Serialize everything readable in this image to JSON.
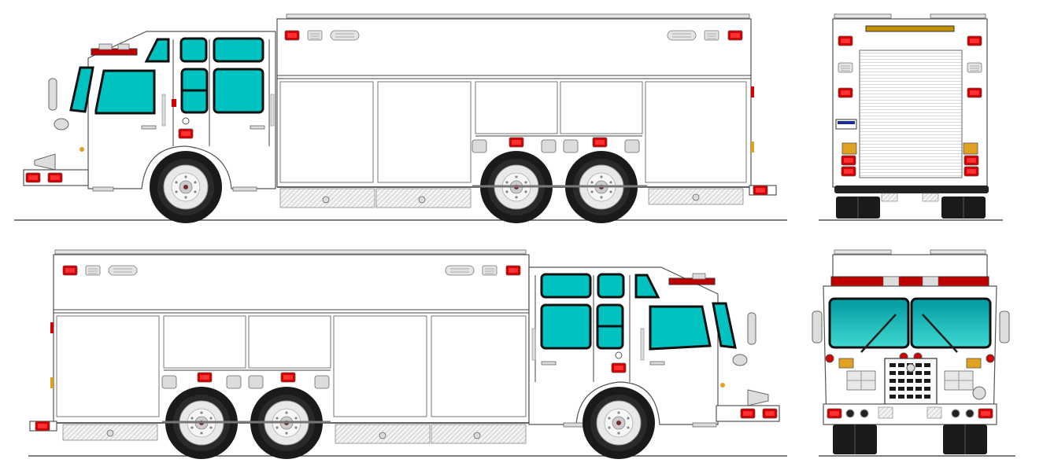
{
  "illustration": {
    "views": [
      "left-side",
      "rear",
      "right-side",
      "front"
    ],
    "rear_placard_text": "",
    "colors": {
      "body": "#ffffff",
      "glass": "#00c2c0",
      "glass_dark": "#0097a0",
      "warning_light_red": "#d40000",
      "amber": "#e0a020",
      "tire": "#1a1a1a",
      "rim": "#e8e8e8",
      "diamond_plate": "#eeeeee",
      "ground_line": "#333333"
    }
  }
}
